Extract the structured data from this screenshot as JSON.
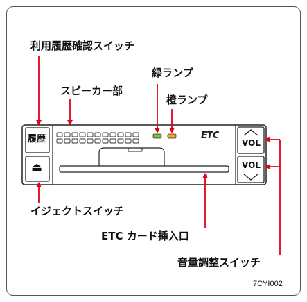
{
  "labels": {
    "history_switch": "利用履歴確認スイッチ",
    "speaker": "スピーカー部",
    "green_lamp": "緑ランプ",
    "orange_lamp": "橙ランプ",
    "eject_switch": "イジェクトスイッチ",
    "card_slot": "ETC カード挿入口",
    "volume_switch": "音量調整スイッチ"
  },
  "device": {
    "history_button": "履歴",
    "eject_symbol": "⏏",
    "logo": "ETC",
    "vol_up": "VOL",
    "vol_down": "VOL"
  },
  "figure_code": "7CYI002",
  "colors": {
    "green_lamp": "#7cc242",
    "orange_lamp": "#f5a623",
    "arrow": "#e0001a"
  }
}
